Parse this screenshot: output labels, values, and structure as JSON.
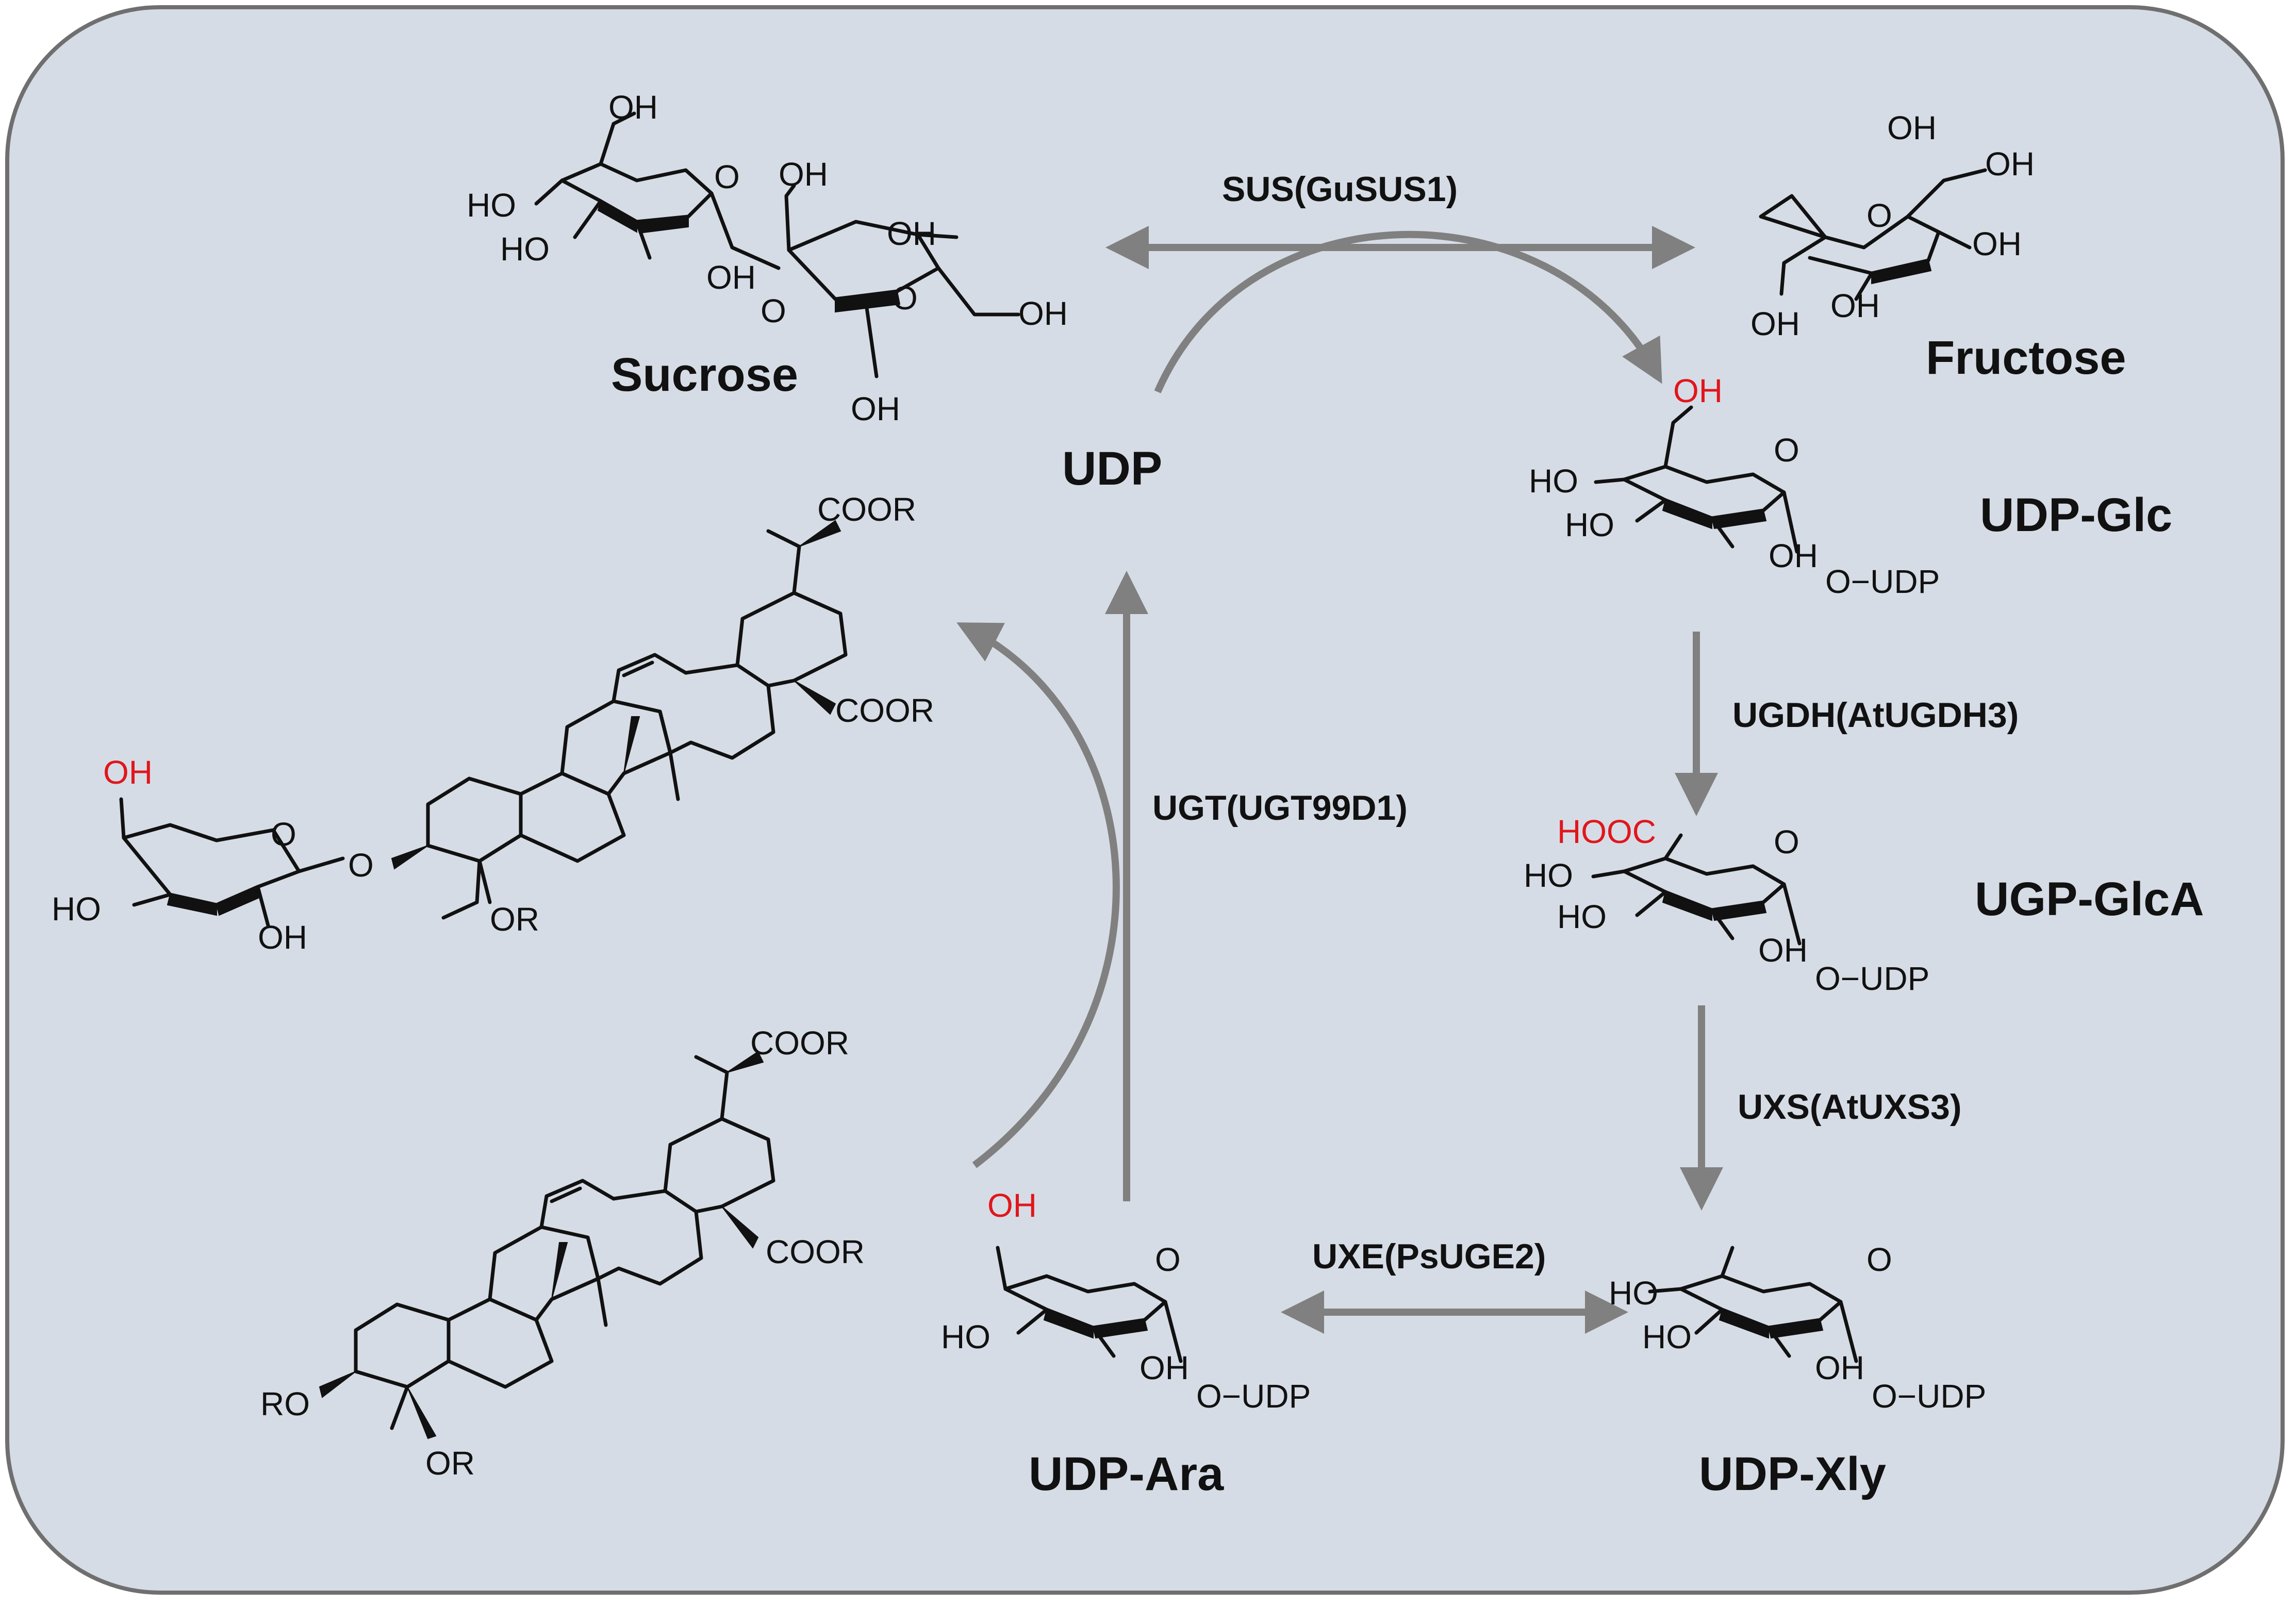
{
  "compounds": {
    "sucrose": "Sucrose",
    "fructose": "Fructose",
    "udp": "UDP",
    "udp_glc": "UDP-Glc",
    "ugp_glca": "UGP-GlcA",
    "udp_xly": "UDP-Xly",
    "udp_ara": "UDP-Ara"
  },
  "enzymes": {
    "sus": "SUS(GuSUS1)",
    "ugdh": "UGDH(AtUGDH3)",
    "uxs": "UXS(AtUXS3)",
    "uxe": "UXE(PsUGE2)",
    "ugt": "UGT(UGT99D1)"
  },
  "atoms": {
    "oh": "OH",
    "ho": "HO",
    "o": "O",
    "hooc": "HOOC",
    "o_udp": "O−UDP",
    "cooR": "COOR",
    "oR": "OR",
    "ro": "RO"
  },
  "colors": {
    "background": "#d6dce5",
    "border": "#6f6f6f",
    "arrow": "#808080",
    "highlight": "#e0161c"
  }
}
